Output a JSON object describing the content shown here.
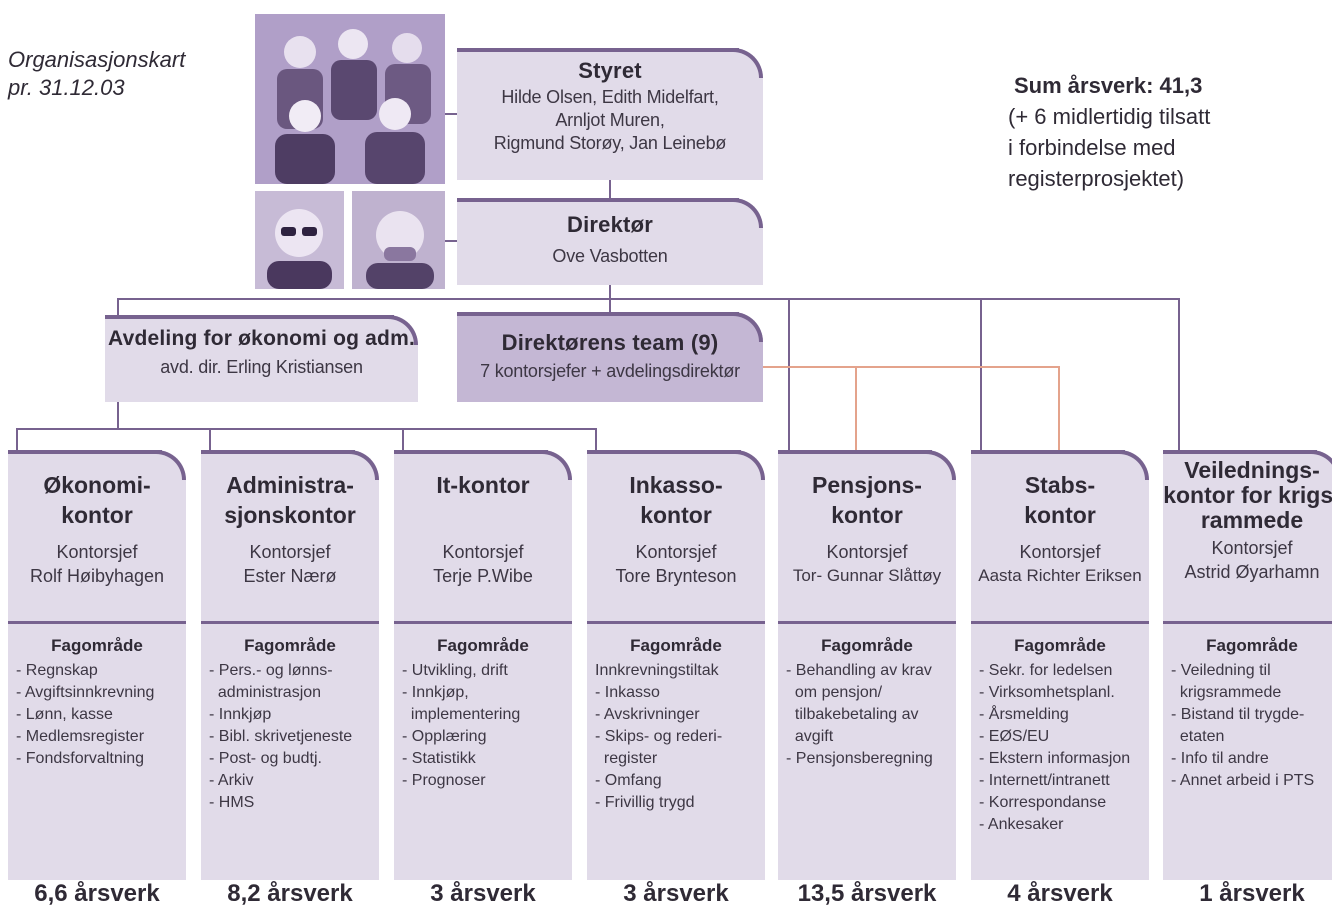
{
  "caption": {
    "line1": "Organisasjonskart",
    "line2": "pr. 31.12.03"
  },
  "summary": {
    "total_label": "Sum årsverk:",
    "total_value": "41,3",
    "note_lines": [
      "(+ 6 midlertidig tilsatt",
      "i forbindelse med",
      "registerprosjektet)"
    ]
  },
  "board": {
    "title": "Styret",
    "members": [
      "Hilde Olsen, Edith Midelfart,",
      "Arnljot Muren,",
      "Rigmund Storøy, Jan Leinebø"
    ]
  },
  "director": {
    "title": "Direktør",
    "name": "Ove Vasbotten"
  },
  "admin_dept": {
    "title": "Avdeling for økonomi og adm.",
    "name": "avd. dir. Erling Kristiansen"
  },
  "team": {
    "title": "Direktørens team (9)",
    "subtitle": "7 kontorsjefer + avdelingsdirektør"
  },
  "common": {
    "chief_label": "Kontorsjef",
    "area_label": "Fagområde"
  },
  "offices": [
    {
      "title_lines": [
        "Økonomi-",
        "kontor"
      ],
      "chief": "Rolf Høibyhagen",
      "area_intro": "",
      "areas": [
        "- Regnskap",
        "- Avgiftsinnkrevning",
        "- Lønn, kasse",
        "- Medlemsregister",
        "- Fondsforvaltning"
      ],
      "fte": "6,6 årsverk"
    },
    {
      "title_lines": [
        "Administra-",
        "sjonskontor"
      ],
      "chief": "Ester Nærø",
      "area_intro": "",
      "areas": [
        "- Pers.- og lønns-",
        "  administrasjon",
        "- Innkjøp",
        "- Bibl. skrivetjeneste",
        "- Post- og budtj.",
        "- Arkiv",
        "- HMS"
      ],
      "fte": "8,2 årsverk"
    },
    {
      "title_lines": [
        "It-kontor",
        ""
      ],
      "chief": "Terje P.Wibe",
      "area_intro": "",
      "areas": [
        "- Utvikling, drift",
        "- Innkjøp,",
        "  implementering",
        "- Opplæring",
        "- Statistikk",
        "- Prognoser"
      ],
      "fte": "3 årsverk"
    },
    {
      "title_lines": [
        "Inkasso-",
        "kontor"
      ],
      "chief": "Tore Brynteson",
      "area_intro": "Innkrevningstiltak",
      "areas": [
        "- Inkasso",
        "- Avskrivninger",
        "- Skips- og rederi-",
        "  register",
        "- Omfang",
        "- Frivillig trygd"
      ],
      "fte": "3 årsverk"
    },
    {
      "title_lines": [
        "Pensjons-",
        "kontor"
      ],
      "chief": "Tor- Gunnar Slåttøy",
      "area_intro": "",
      "areas": [
        "- Behandling av krav",
        "  om pensjon/",
        "  tilbakebetaling av",
        "  avgift",
        "- Pensjonsberegning"
      ],
      "fte": "13,5 årsverk"
    },
    {
      "title_lines": [
        "Stabs-",
        "kontor"
      ],
      "chief": "Aasta Richter Eriksen",
      "area_intro": "",
      "areas": [
        "- Sekr. for ledelsen",
        "- Virksomhetsplanl.",
        "- Årsmelding",
        "- EØS/EU",
        "- Ekstern informasjon",
        "- Internett/intranett",
        "- Korrespondanse",
        "- Ankesaker"
      ],
      "fte": "4 årsverk"
    },
    {
      "title_lines": [
        "Veilednings-",
        "kontor for krigs-",
        "rammede"
      ],
      "chief": "Astrid Øyarhamn",
      "area_intro": "",
      "areas": [
        "- Veiledning til",
        "  krigsrammede",
        "- Bistand til trygde-",
        "  etaten",
        "- Info til andre",
        "- Annet arbeid i PTS"
      ],
      "fte": "1 årsverk"
    }
  ]
}
